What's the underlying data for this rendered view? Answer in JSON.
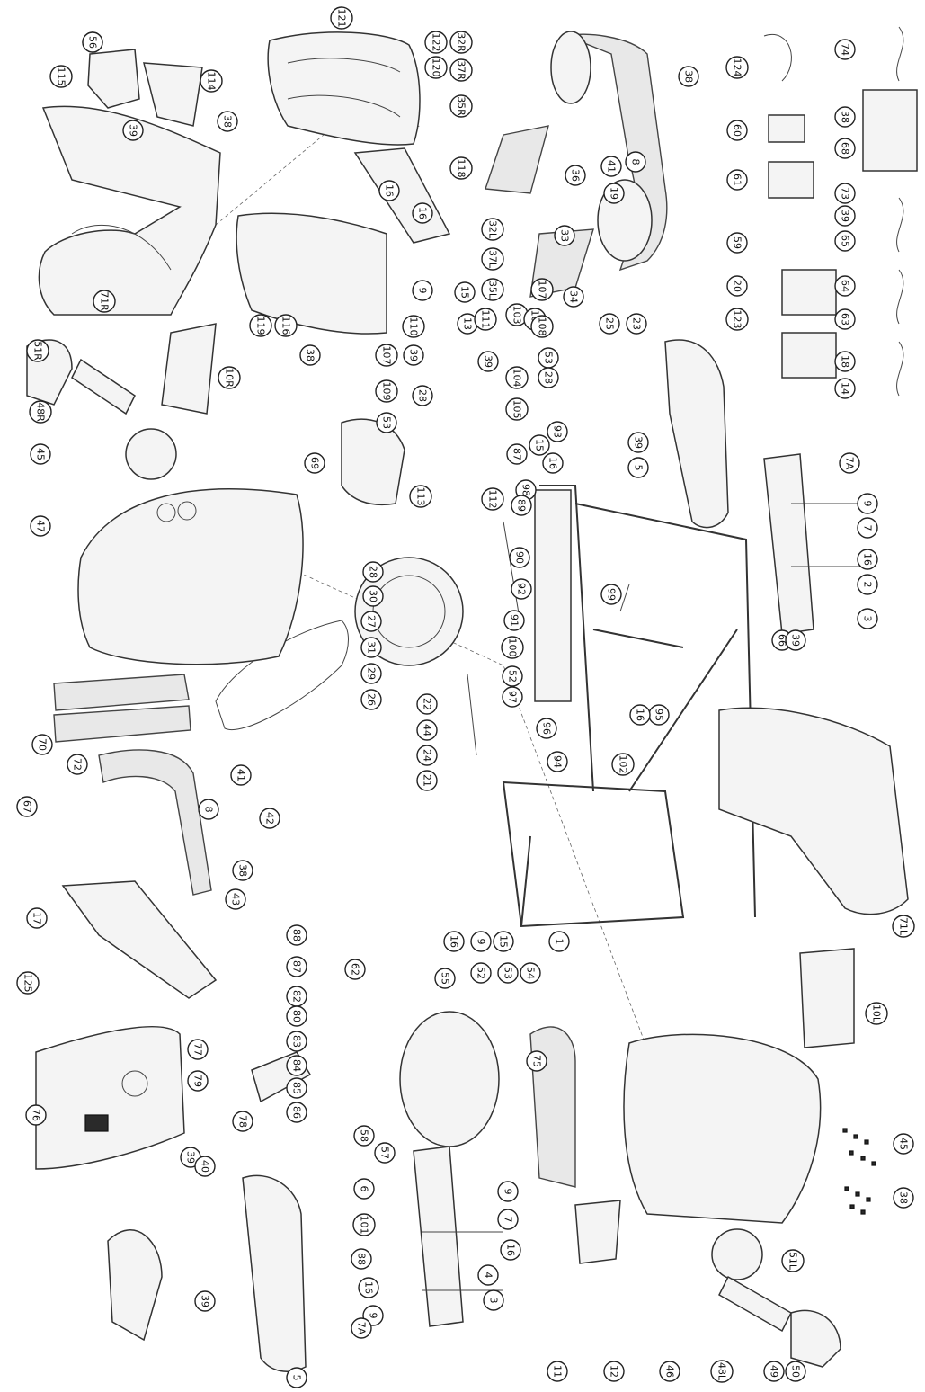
{
  "diagram": {
    "callouts": [
      "39",
      "115",
      "114",
      "39",
      "38",
      "121",
      "122",
      "120",
      "32R",
      "37R",
      "35R",
      "38",
      "36",
      "41",
      "8",
      "124",
      "74",
      "38",
      "60",
      "68",
      "61",
      "73",
      "39",
      "59",
      "65",
      "20",
      "123",
      "64",
      "63",
      "18",
      "14",
      "19",
      "32L",
      "37L",
      "35L",
      "33",
      "34",
      "25",
      "23",
      "16",
      "118",
      "16",
      "9",
      "15",
      "119",
      "110",
      "39",
      "107",
      "109",
      "53",
      "28",
      "13",
      "111",
      "103",
      "106",
      "107",
      "108",
      "53",
      "28",
      "39",
      "104",
      "105",
      "71R",
      "10R",
      "116",
      "38",
      "51R",
      "48R",
      "45",
      "47",
      "69",
      "87",
      "98",
      "15",
      "16",
      "93",
      "39",
      "5",
      "7A",
      "9",
      "7",
      "16",
      "2",
      "3",
      "66",
      "39",
      "89",
      "90",
      "92",
      "91",
      "113",
      "112",
      "99",
      "100",
      "52",
      "97",
      "96",
      "95",
      "16",
      "94",
      "102",
      "28",
      "30",
      "27",
      "31",
      "29",
      "26",
      "22",
      "44",
      "24",
      "21",
      "70",
      "72",
      "67",
      "41",
      "8",
      "42",
      "38",
      "43",
      "17",
      "16",
      "9",
      "15",
      "1",
      "71L",
      "10L",
      "125",
      "76",
      "39",
      "77",
      "79",
      "78",
      "88",
      "87",
      "82",
      "80",
      "83",
      "84",
      "85",
      "86",
      "62",
      "55",
      "52",
      "53",
      "54",
      "75",
      "58",
      "57",
      "40",
      "39",
      "5",
      "6",
      "101",
      "88",
      "16",
      "9",
      "7A",
      "4",
      "3",
      "9",
      "7",
      "16",
      "11",
      "12",
      "46",
      "48L",
      "49",
      "50",
      "51L",
      "45",
      "38",
      "56"
    ]
  }
}
